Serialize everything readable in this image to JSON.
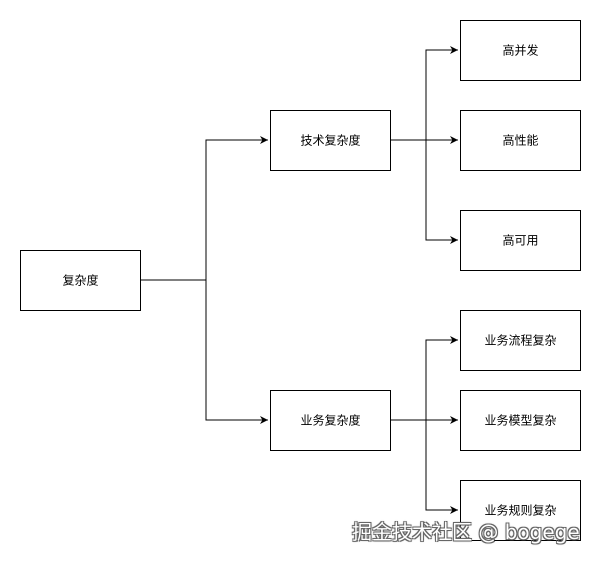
{
  "nodes": {
    "root": "复杂度",
    "technical": "技术复杂度",
    "business": "业务复杂度",
    "high_concurrency": "高并发",
    "high_performance": "高性能",
    "high_availability": "高可用",
    "process_complexity": "业务流程复杂",
    "model_complexity": "业务模型复杂",
    "rule_complexity": "业务规则复杂"
  },
  "watermark": "掘金技术社区 @ bogege",
  "colors": {
    "stroke": "#000000",
    "background": "#ffffff"
  }
}
